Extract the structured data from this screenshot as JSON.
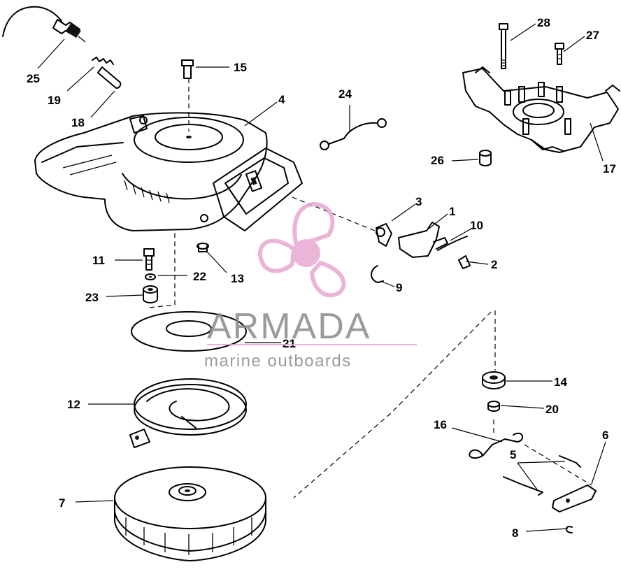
{
  "labels": {
    "p1": "1",
    "p2": "2",
    "p3": "3",
    "p4": "4",
    "p5": "5",
    "p6": "6",
    "p7": "7",
    "p8": "8",
    "p9": "9",
    "p10": "10",
    "p11": "11",
    "p12": "12",
    "p13": "13",
    "p14": "14",
    "p15": "15",
    "p16": "16",
    "p17": "17",
    "p18": "18",
    "p19": "19",
    "p20": "20",
    "p21": "21",
    "p22": "22",
    "p23": "23",
    "p24": "24",
    "p25": "25",
    "p26": "26",
    "p27": "27",
    "p28": "28"
  },
  "watermark": {
    "title": "ARMADA",
    "subtitle": "marine outboards",
    "logo_color": "#e7a9cf",
    "text_color": "#8a8a8a"
  }
}
